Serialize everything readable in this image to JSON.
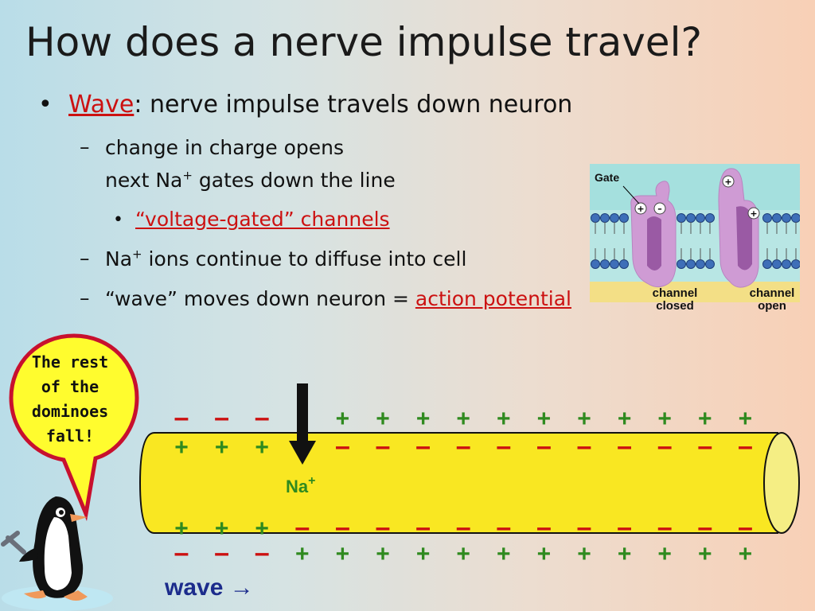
{
  "slide": {
    "title": "How does a nerve impulse travel?",
    "bullet1": {
      "marker": "•",
      "term": "Wave",
      "rest": ": nerve impulse travels down neuron"
    },
    "sub1": {
      "marker": "–",
      "line1": "change in charge opens",
      "line2_pre": "next Na",
      "line2_sup": "+",
      "line2_post": " gates down the line"
    },
    "sub1a": {
      "marker": "•",
      "text": "“voltage-gated” channels"
    },
    "sub2": {
      "marker": "–",
      "pre": "Na",
      "sup": "+",
      "post": " ions continue to diffuse into cell"
    },
    "sub3": {
      "marker": "–",
      "pre": "“wave” moves down neuron = ",
      "link": "action potential"
    }
  },
  "figure": {
    "gate_label": "Gate",
    "plus": "+",
    "minus": "–",
    "caption_closed_1": "channel",
    "caption_closed_2": "closed",
    "caption_open_1": "channel",
    "caption_open_2": "open"
  },
  "bubble": {
    "line1": "The rest",
    "line2": "of the",
    "line3": "dominoes",
    "line4": "fall!"
  },
  "axon": {
    "ion_label": "Na",
    "ion_sup": "+",
    "plus": "+",
    "minus": "–",
    "wave_label": "wave →"
  },
  "colors": {
    "text_red": "#cc1111",
    "charge_red": "#cc1111",
    "charge_green": "#2f8a1f",
    "axon_yellow": "#f9e722",
    "wave_blue": "#1c2c8c"
  }
}
